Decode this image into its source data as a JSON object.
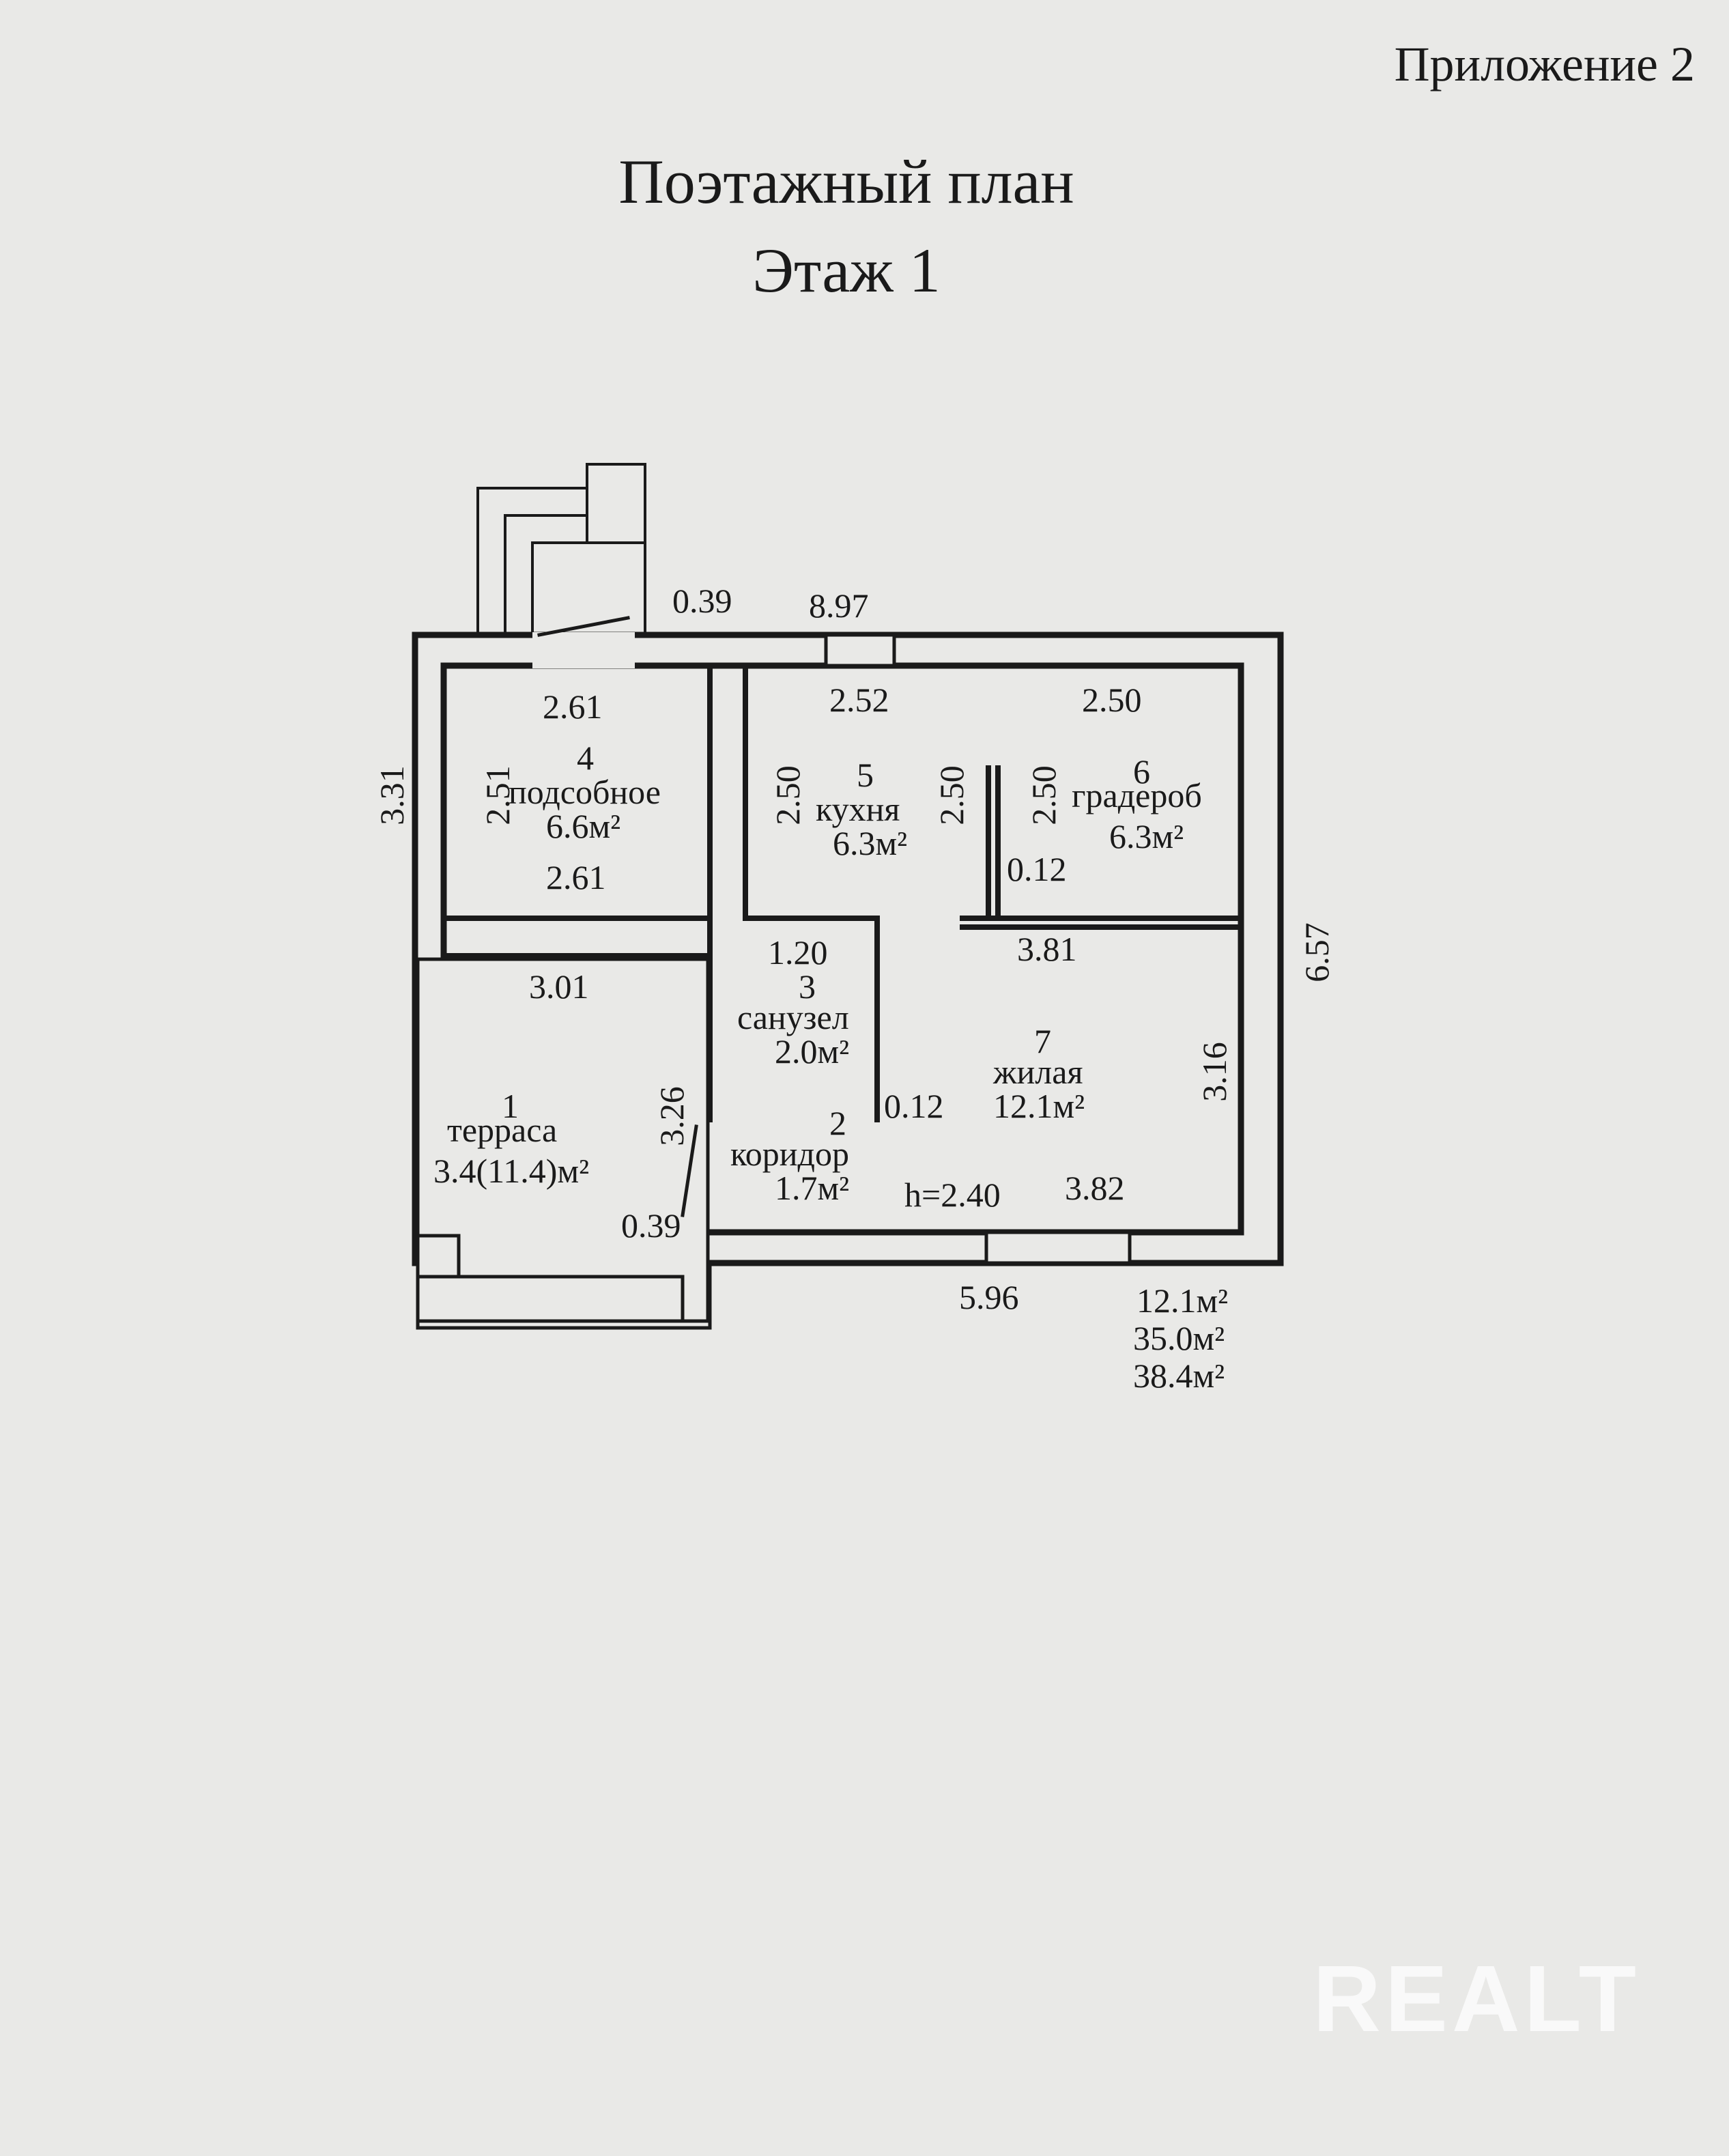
{
  "header": {
    "appendix": "Приложение 2",
    "title": "Поэтажный план",
    "floor": "Этаж  1"
  },
  "dimensions": {
    "top_overall": "8.97",
    "top_wall": "0.39",
    "right_overall": "6.57",
    "left_overall": "3.31",
    "bottom_overall": "5.96",
    "terrace_wall": "0.39",
    "ceiling_height": "h=2.40"
  },
  "rooms": [
    {
      "number": "1",
      "name": "терраса",
      "area": "3.4(11.4)м²",
      "width": "3.01",
      "height": "3.26"
    },
    {
      "number": "2",
      "name": "коридор",
      "area": "1.7м²"
    },
    {
      "number": "3",
      "name": "санузел",
      "area": "2.0м²",
      "width": "1.20",
      "wall": "0.12"
    },
    {
      "number": "4",
      "name": "подсобное",
      "area": "6.6м²",
      "width_top": "2.61",
      "width_bottom": "2.61",
      "height": "2.51"
    },
    {
      "number": "5",
      "name": "кухня",
      "area": "6.3м²",
      "width": "2.52",
      "height_left": "2.50",
      "height_right": "2.50"
    },
    {
      "number": "6",
      "name": "градероб",
      "area": "6.3м²",
      "width": "2.50",
      "height": "2.50",
      "wall": "0.12"
    },
    {
      "number": "7",
      "name": "жилая",
      "area": "12.1м²",
      "width_top": "3.81",
      "width_bottom": "3.82",
      "height": "3.16"
    }
  ],
  "totals": {
    "living": "12.1м²",
    "total": "35.0м²",
    "total_with_terrace": "38.4м²"
  },
  "watermark": "REALT"
}
